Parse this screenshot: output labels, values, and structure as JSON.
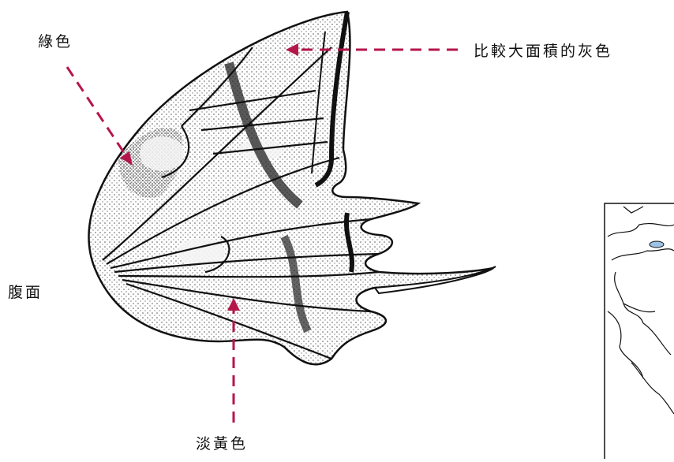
{
  "labels": {
    "green": "綠色",
    "gray": "比較大面積的灰色",
    "view": "腹面",
    "yellow": "淡黃色"
  },
  "colors": {
    "arrow": "#b5164a",
    "ink": "#111111",
    "stipple": "#555555"
  },
  "icons": {
    "wing": "butterfly-hindwing-illustration",
    "map": "range-map-inset"
  }
}
